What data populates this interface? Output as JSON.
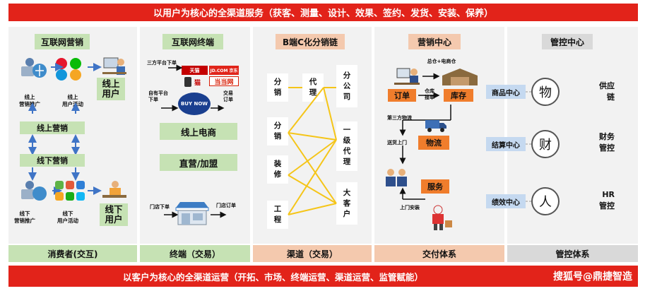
{
  "top_banner": "以用户为核心的全渠道服务（获客、测量、设计、效果、签约、发货、安装、保养）",
  "bottom_banner": "以客户为核心的全渠道运营（开拓、市场、终端运营、渠道运营、监管赋能）",
  "watermark": "搜狐号@鼎捷智造",
  "colors": {
    "red": "#e2231a",
    "green": "#c6e2b4",
    "orange": "#f07d2c",
    "blue": "#c5d9f0",
    "salmon": "#f4c9ae",
    "panel": "#f2f2f2",
    "yellow_line": "#f5c518"
  },
  "columns": {
    "consumer": {
      "header": "互联网营销",
      "footer": "消费者(交互)",
      "label_online_promo": "线上\n营销推广",
      "label_online_activity": "线上\n用户活动",
      "box_online_user": "线上\n用户",
      "box_online_marketing": "线上营销",
      "box_offline_marketing": "线下营销",
      "label_offline_promo": "线下\n营销推广",
      "label_offline_activity": "线下\n用户活动",
      "box_offline_user": "线下\n用户"
    },
    "terminal": {
      "header": "互联网终端",
      "footer": "终端（交易）",
      "label_third_party": "三方平台下单",
      "label_own_platform": "自有平台\n下单",
      "label_trade_order": "交易\n订单",
      "box_online_ecom": "线上电商",
      "box_direct": "直营/加盟",
      "label_store_order": "门店下单",
      "label_store_trade": "门店订单",
      "logo_tmall": "天猫",
      "logo_jd": "JD.COM 京东",
      "logo_dangdang": "当当网",
      "logo_buynow": "BUY NOW"
    },
    "channel": {
      "header": "B端C化分销链",
      "footer": "渠道（交易）",
      "left_items": [
        "分\n销",
        "分\n销",
        "装\n修",
        "工\n程"
      ],
      "mid_item": "代\n理",
      "right_items": [
        "分\n公\n司",
        "一\n级\n代\n理",
        "大\n客\n户"
      ]
    },
    "delivery": {
      "header": "营销中心",
      "footer": "交付体系",
      "label_hq": "总仓+电商仓",
      "box_order": "订单",
      "label_warehouse": "仓库\n接单",
      "box_inventory": "库存",
      "label_third_logistics": "第三方物流",
      "label_delivery_door": "送货上门",
      "box_logistics": "物流",
      "box_service": "服务",
      "label_install": "上门安装"
    },
    "control": {
      "header": "管控中心",
      "footer": "管控体系",
      "rows": [
        {
          "center": "商品中心",
          "icon_char": "物",
          "desc": "供应\n链"
        },
        {
          "center": "结算中心",
          "icon_char": "财",
          "desc": "财务\n管控"
        },
        {
          "center": "绩效中心",
          "icon_char": "人",
          "desc": "HR\n管控"
        }
      ]
    }
  }
}
